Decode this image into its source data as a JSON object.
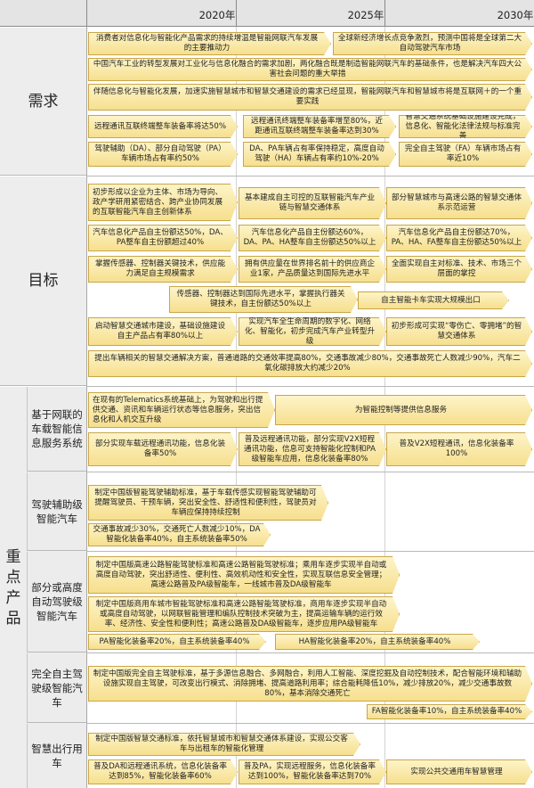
{
  "header": {
    "years": [
      "2020年",
      "2025年",
      "2030年"
    ]
  },
  "sections": {
    "demand": "需求",
    "goal": "目标",
    "products": "重点产品"
  },
  "subsections": [
    "基于网联的车载智能信息服务系统",
    "驾驶辅助级智能汽车",
    "部分或高度自动驾驶级智能汽车",
    "完全自主驾驶级智能汽车",
    "智慧出行用车"
  ],
  "demand": {
    "d1": "消费者对信息化与智能化产品需求的持续增温是智能网联汽车发展的主要推动力",
    "d2": "全球新经济增长点竞争激烈，预测中国将是全球第二大自动驾驶汽车市场",
    "d3": "中国汽车工业的转型发展对工业化与信息化融合的需求加剧，两化融合既是制造智能网联汽车的基础条件，也是解决汽车四大公害社会问题的重大举措",
    "d4": "伴随信息化与智能化发展，加速实施智慧城市和智慧交通建设的需求已经显现，智能网联汽车和智慧城市将是互联网＋的一个重要实践",
    "d5": "远程通讯互联终端整车装备率将达50%",
    "d6": "远程通讯终端整车装备率增至80%，近距通讯互联终端整车装备率达到30%",
    "d7": "智慧交通系统基础设施建设完成，信息化、智能化法律法规与标准完善",
    "d8": "驾驶辅助（DA）、部分自动驾驶（PA）车辆市场占有率约50%",
    "d9": "DA、PA车辆占有率保持稳定，高度自动驾驶（HA）车辆占有率约10%-20%",
    "d10": "完全自主驾驶（FA）车辆市场占有率近10%"
  },
  "goal": {
    "g1": "初步形成以企业为主体、市场为导向、政产学研用紧密结合、跨产业协同发展的互联智能汽车自主创新体系",
    "g2": "基本建成自主可控的互联智能汽车产业链与智慧交通体系",
    "g3": "部分智慧城市与高速公路的智慧交通体系示范运营",
    "g4": "汽车信息化产品自主份额达50%，DA、PA整车自主份额超过40%",
    "g5": "汽车信息化产品自主份额达60%，DA、PA、HA整车自主份额达50%以上",
    "g6": "汽车信息化产品自主份额达70%，PA、HA、FA整车自主份额达50%以上",
    "g7": "掌握传感器、控制器关键技术，供应能力满足自主规模需求",
    "g8": "拥有供应量在世界排名前十的供应商企业1家，产品质量达到国际先进水平",
    "g9": "全面实现自主对标准、技术、市场三个层面的掌控",
    "g10": "传感器、控制器达到国际先进水平，掌握执行器关键技术，自主份额达50%以上",
    "g11": "自主智能卡车实现大规模出口",
    "g12": "启动智慧交通城市建设，基础设施建设自主产品占有率80%以上",
    "g13": "实现汽车全生命周期的数字化、网络化、智能化，初步完成汽车产业转型升级",
    "g14": "初步形成可实现“零伤亡、零拥堵”的智慧交通体系",
    "g15": "提出车辆相关的智慧交通解决方案，普通道路的交通效率提高80%，交通事故减少80%，交通事故死亡人数减少90%，汽车二氧化碳排放大约减少20%"
  },
  "products": {
    "p1": "在现有的Telematics系统基础上，为驾驶和出行提供交通、资讯和车辆运行状态等信息服务，突出信息化和人机交互升级",
    "p2": "为智能控制等提供信息服务",
    "p3": "部分实现车载远程通讯功能，信息化装备率50%",
    "p4": "普及远程通讯功能，部分实现V2X短程通讯功能，信息可支持智能化控制和PA级智能车应用，信息化装备率80%",
    "p5": "普及V2X短程通讯，信息化装备率100%",
    "p6": "制定中国版智能驾驶辅助标准，基于车载传感实现智能驾驶辅助可提醒驾驶员、干预车辆，突出安全性、舒适性和便利性，驾驶员对车辆应保持持续控制",
    "p7": "交通事故减少30%，交通死亡人数减少10%，DA智能化装备率40%，自主系统装备率50%",
    "p8": "制定中国版高速公路智能驾驶标准和高速公路智能驾驶标准；乘用车逐步实现半自动或高度自动驾驶，突出舒适性、便利性、高效机动性和安全性，实现互联信息安全管理；高速公路普及PA级智能车，一线城市普及DA级智能车",
    "p9": "制定中国版商用车城市智能驾驶标准和高速公路智能驾驶标准，商用车逐步实现半自动或高度自动驾驶，以网联智能管理和编队控制技术突破为主，提高运输车辆的运行效率、经济性、安全性和便利性；高速公路普及DA级智能车，逐步应用PA级智能车",
    "p10": "PA智能化装备率20%，自主系统装备率40%",
    "p11": "HA智能化装备率20%，自主系统装备率40%",
    "p12": "制定中国版完全自主驾驶标准，基于多源信息融合、多网融合，利用人工智能、深度挖掘及自动控制技术，配合智能环境和辅助设施实现自主驾驶，可改变出行模式、消除拥堵、提高道路利用率；综合能耗降低10%，减少排放20%，减少交通事故数80%，基本消除交通死亡",
    "p13": "FA智能化装备率10%，自主系统装备率40%",
    "p14": "制定中国版智慧交通标准，依托智慧城市和智慧交通体系建设，实现公交客车与出租车的智能化管理",
    "p15": "普及DA和远程通讯系统，信息化装备率达到85%，智能化装备率60%",
    "p16": "普及PA，实现远程服务，信息化装备率达到100%，智能化装备率达到70%",
    "p17": "实现公共交通用车智慧管理"
  }
}
